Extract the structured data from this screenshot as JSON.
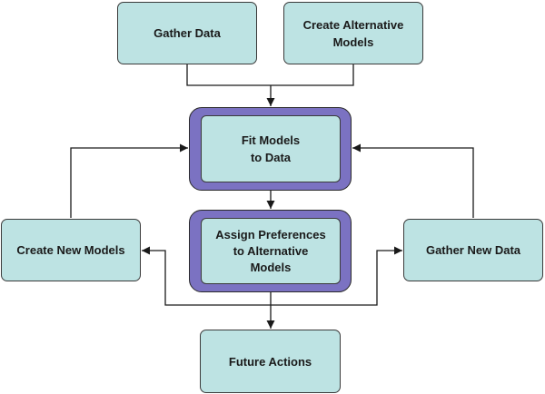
{
  "nodes": {
    "gather_data": "Gather Data",
    "create_alternative_models": [
      "Create Alternative",
      "Models"
    ],
    "fit_models": [
      "Fit Models",
      "to Data"
    ],
    "assign_preferences": [
      "Assign Preferences",
      "to Alternative",
      "Models"
    ],
    "create_new_models": "Create New Models",
    "gather_new_data": "Gather New Data",
    "future_actions": "Future Actions"
  },
  "colors": {
    "box_fill": "#bde3e3",
    "highlight_frame": "#7b72c2",
    "line": "#1a1a1a"
  }
}
